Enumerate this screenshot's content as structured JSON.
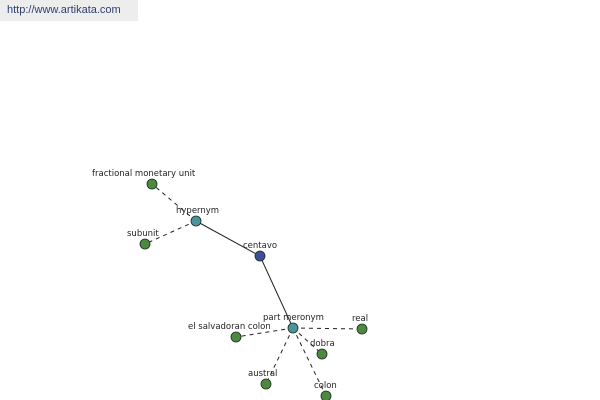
{
  "header": {
    "url": "http://www.artikata.com"
  },
  "colors": {
    "leaf": "#4d8a3f",
    "relation": "#4b949c",
    "root": "#3f4f96",
    "edge": "#222222",
    "node_stroke": "#1f2a1f"
  },
  "graph": {
    "nodes": [
      {
        "id": "centavo",
        "label": "centavo",
        "kind": "root"
      },
      {
        "id": "hypernym",
        "label": "hypernym",
        "kind": "relation"
      },
      {
        "id": "part-meronym",
        "label": "part meronym",
        "kind": "relation"
      },
      {
        "id": "fractional-monetary-unit",
        "label": "fractional monetary unit",
        "kind": "leaf"
      },
      {
        "id": "subunit",
        "label": "subunit",
        "kind": "leaf"
      },
      {
        "id": "el-salvadoran-colon",
        "label": "el salvadoran colon",
        "kind": "leaf"
      },
      {
        "id": "real",
        "label": "real",
        "kind": "leaf"
      },
      {
        "id": "dobra",
        "label": "dobra",
        "kind": "leaf"
      },
      {
        "id": "austral",
        "label": "austral",
        "kind": "leaf"
      },
      {
        "id": "colon",
        "label": "colon",
        "kind": "leaf"
      }
    ],
    "edges": [
      {
        "from": "centavo",
        "to": "hypernym",
        "style": "solid"
      },
      {
        "from": "centavo",
        "to": "part-meronym",
        "style": "solid"
      },
      {
        "from": "hypernym",
        "to": "fractional-monetary-unit",
        "style": "dashed"
      },
      {
        "from": "hypernym",
        "to": "subunit",
        "style": "dashed"
      },
      {
        "from": "part-meronym",
        "to": "el-salvadoran-colon",
        "style": "dashed"
      },
      {
        "from": "part-meronym",
        "to": "real",
        "style": "dashed"
      },
      {
        "from": "part-meronym",
        "to": "dobra",
        "style": "dashed"
      },
      {
        "from": "part-meronym",
        "to": "austral",
        "style": "dashed"
      },
      {
        "from": "part-meronym",
        "to": "colon",
        "style": "dashed"
      }
    ]
  }
}
